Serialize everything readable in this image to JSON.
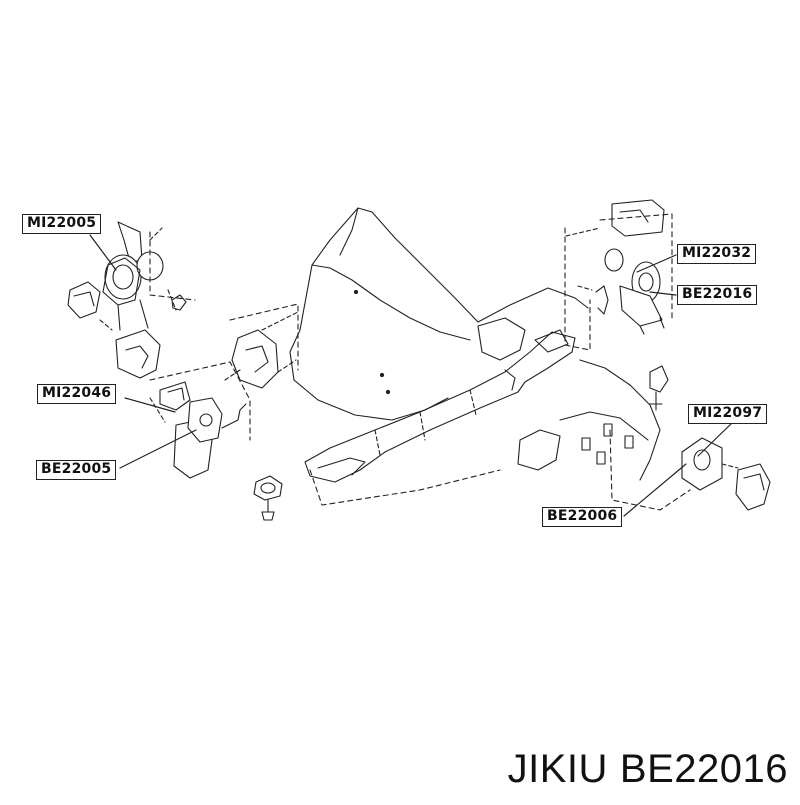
{
  "callouts": {
    "mi22005": "MI22005",
    "mi22032": "MI22032",
    "be22016": "BE22016",
    "mi22046": "MI22046",
    "be22005": "BE22005",
    "mi22097": "MI22097",
    "be22006": "BE22006"
  },
  "caption": {
    "brand": "JIKIU",
    "part_number": "BE22016"
  },
  "colors": {
    "ink": "#222222",
    "background": "#ffffff"
  }
}
